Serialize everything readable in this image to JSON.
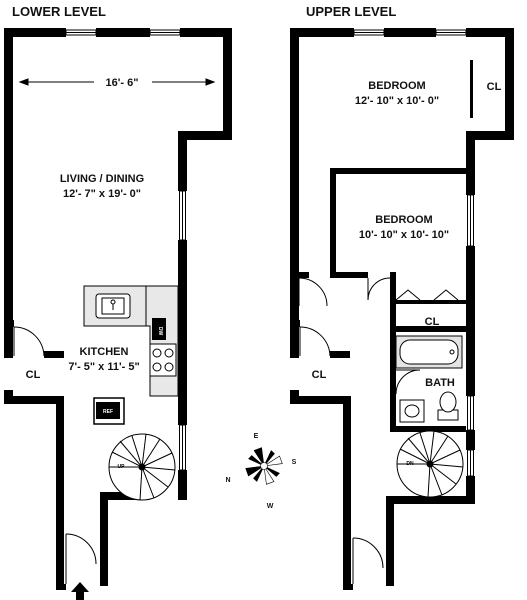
{
  "lower": {
    "title": "LOWER LEVEL",
    "dimension": "16'- 6\"",
    "living_name": "LIVING / DINING",
    "living_size": "12'- 7\" x 19'- 0\"",
    "kitchen_name": "KITCHEN",
    "kitchen_size": "7'- 5\" x 11'- 5\"",
    "closet": "CL",
    "ref": "REF",
    "dw": "DW",
    "stair": "UP"
  },
  "upper": {
    "title": "UPPER LEVEL",
    "bedroom1_name": "BEDROOM",
    "bedroom1_size": "12'- 10\" x 10'- 0\"",
    "bedroom2_name": "BEDROOM",
    "bedroom2_size": "10'- 10\" x 10'- 10\"",
    "closet_a": "CL",
    "closet_b": "CL",
    "closet_c": "CL",
    "bath": "BATH",
    "stair": "DN"
  },
  "compass": {
    "n": "N",
    "e": "E",
    "s": "S",
    "w": "W"
  }
}
